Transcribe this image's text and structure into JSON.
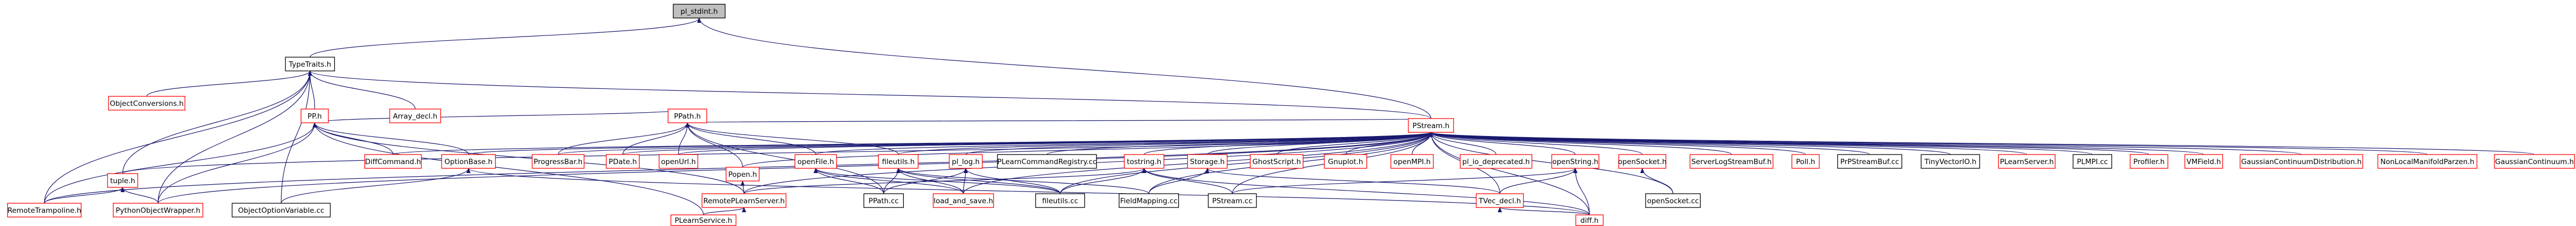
{
  "graph": {
    "colors": {
      "root_fill": "#bfbfbf",
      "internal_border": "#000000",
      "external_border": "#ff0000",
      "node_fill": "#ffffff",
      "edge": "#191970"
    },
    "nodes": [
      {
        "id": "pl_stdint",
        "label": "pl_stdint.h",
        "style": "root"
      },
      {
        "id": "TypeTraits",
        "label": "TypeTraits.h",
        "style": "internal"
      },
      {
        "id": "PStream",
        "label": "PStream.h",
        "style": "external"
      },
      {
        "id": "ObjectConversions",
        "label": "ObjectConversions.h",
        "style": "external"
      },
      {
        "id": "PP",
        "label": "PP.h",
        "style": "external"
      },
      {
        "id": "Array_decl",
        "label": "Array_decl.h",
        "style": "external"
      },
      {
        "id": "PPath",
        "label": "PPath.h",
        "style": "external"
      },
      {
        "id": "tuple",
        "label": "tuple.h",
        "style": "external"
      },
      {
        "id": "DiffCommand",
        "label": "DiffCommand.h",
        "style": "external"
      },
      {
        "id": "OptionBase",
        "label": "OptionBase.h",
        "style": "external"
      },
      {
        "id": "ProgressBar",
        "label": "ProgressBar.h",
        "style": "external"
      },
      {
        "id": "PDate",
        "label": "PDate.h",
        "style": "external"
      },
      {
        "id": "openUrl",
        "label": "openUrl.h",
        "style": "external"
      },
      {
        "id": "Popen",
        "label": "Popen.h",
        "style": "external"
      },
      {
        "id": "openFile",
        "label": "openFile.h",
        "style": "external"
      },
      {
        "id": "fileutils",
        "label": "fileutils.h",
        "style": "external"
      },
      {
        "id": "pl_log",
        "label": "pl_log.h",
        "style": "external"
      },
      {
        "id": "PLearnCommandRegistry",
        "label": "PLearnCommandRegistry.cc",
        "style": "internal"
      },
      {
        "id": "tostring",
        "label": "tostring.h",
        "style": "external"
      },
      {
        "id": "Storage",
        "label": "Storage.h",
        "style": "external"
      },
      {
        "id": "GhostScript",
        "label": "GhostScript.h",
        "style": "external"
      },
      {
        "id": "Gnuplot",
        "label": "Gnuplot.h",
        "style": "external"
      },
      {
        "id": "openMPI",
        "label": "openMPI.h",
        "style": "external"
      },
      {
        "id": "pl_io_deprecated",
        "label": "pl_io_deprecated.h",
        "style": "external"
      },
      {
        "id": "openString",
        "label": "openString.h",
        "style": "external"
      },
      {
        "id": "openSocket",
        "label": "openSocket.h",
        "style": "external"
      },
      {
        "id": "ServerLogStreamBuf",
        "label": "ServerLogStreamBuf.h",
        "style": "external"
      },
      {
        "id": "Poll",
        "label": "Poll.h",
        "style": "external"
      },
      {
        "id": "PrPStreamBuf",
        "label": "PrPStreamBuf.cc",
        "style": "internal"
      },
      {
        "id": "TinyVector",
        "label": "TinyVectorIO.h",
        "style": "internal"
      },
      {
        "id": "PLearnServer",
        "label": "PLearnServer.h",
        "style": "external"
      },
      {
        "id": "PLMPI",
        "label": "PLMPI.cc",
        "style": "internal"
      },
      {
        "id": "Profiler",
        "label": "Profiler.h",
        "style": "external"
      },
      {
        "id": "VMField",
        "label": "VMField.h",
        "style": "external"
      },
      {
        "id": "GaussianDist",
        "label": "GaussianContinuumDistribution.h",
        "style": "external"
      },
      {
        "id": "NonLocalManifold",
        "label": "NonLocalManifoldParzen.h",
        "style": "external"
      },
      {
        "id": "GaussianContinuum",
        "label": "GaussianContinuum.h",
        "style": "external"
      },
      {
        "id": "RemoteTrampoline",
        "label": "RemoteTrampoline.h",
        "style": "external"
      },
      {
        "id": "PythonObjectWrapper",
        "label": "PythonObjectWrapper.h",
        "style": "external"
      },
      {
        "id": "ObjectOptionVariable",
        "label": "ObjectOptionVariable.cc",
        "style": "internal"
      },
      {
        "id": "RemotePLearnServer",
        "label": "RemotePLearnServer.h",
        "style": "external"
      },
      {
        "id": "PPath_cc",
        "label": "PPath.cc",
        "style": "internal"
      },
      {
        "id": "load_and_save",
        "label": "load_and_save.h",
        "style": "external"
      },
      {
        "id": "fileutils_cc",
        "label": "fileutils.cc",
        "style": "internal"
      },
      {
        "id": "FieldMapping",
        "label": "FieldMapping.cc",
        "style": "internal"
      },
      {
        "id": "PStream_cc",
        "label": "PStream.cc",
        "style": "internal"
      },
      {
        "id": "TVec_decl",
        "label": "TVec_decl.h",
        "style": "external"
      },
      {
        "id": "openSocket_cc",
        "label": "openSocket.cc",
        "style": "internal"
      },
      {
        "id": "PLearnService",
        "label": "PLearnService.h",
        "style": "external"
      },
      {
        "id": "diff",
        "label": "diff.h",
        "style": "external"
      }
    ],
    "edges": [
      [
        "TypeTraits",
        "pl_stdint"
      ],
      [
        "PStream",
        "pl_stdint"
      ],
      [
        "ObjectConversions",
        "TypeTraits"
      ],
      [
        "PP",
        "TypeTraits"
      ],
      [
        "Array_decl",
        "TypeTraits"
      ],
      [
        "PStream",
        "TypeTraits"
      ],
      [
        "tuple",
        "TypeTraits"
      ],
      [
        "RemoteTrampoline",
        "TypeTraits"
      ],
      [
        "PythonObjectWrapper",
        "TypeTraits"
      ],
      [
        "ObjectOptionVariable",
        "TypeTraits"
      ],
      [
        "DiffCommand",
        "PP"
      ],
      [
        "OptionBase",
        "PP"
      ],
      [
        "PPath",
        "PP"
      ],
      [
        "RemotePLearnServer",
        "PP"
      ],
      [
        "PLearnService",
        "PP"
      ],
      [
        "RemoteTrampoline",
        "PP"
      ],
      [
        "PythonObjectWrapper",
        "PP"
      ],
      [
        "ProgressBar",
        "PPath"
      ],
      [
        "PDate",
        "PPath"
      ],
      [
        "openUrl",
        "PPath"
      ],
      [
        "Popen",
        "PPath"
      ],
      [
        "openFile",
        "PPath"
      ],
      [
        "fileutils",
        "PPath"
      ],
      [
        "PPath_cc",
        "PPath"
      ],
      [
        "PStream",
        "PPath"
      ],
      [
        "tuple",
        "PStream"
      ],
      [
        "DiffCommand",
        "PStream"
      ],
      [
        "OptionBase",
        "PStream"
      ],
      [
        "ProgressBar",
        "PStream"
      ],
      [
        "PDate",
        "PStream"
      ],
      [
        "openUrl",
        "PStream"
      ],
      [
        "Popen",
        "PStream"
      ],
      [
        "openFile",
        "PStream"
      ],
      [
        "fileutils",
        "PStream"
      ],
      [
        "pl_log",
        "PStream"
      ],
      [
        "PLearnCommandRegistry",
        "PStream"
      ],
      [
        "tostring",
        "PStream"
      ],
      [
        "Storage",
        "PStream"
      ],
      [
        "GhostScript",
        "PStream"
      ],
      [
        "Gnuplot",
        "PStream"
      ],
      [
        "openMPI",
        "PStream"
      ],
      [
        "pl_io_deprecated",
        "PStream"
      ],
      [
        "openString",
        "PStream"
      ],
      [
        "openSocket",
        "PStream"
      ],
      [
        "ServerLogStreamBuf",
        "PStream"
      ],
      [
        "Poll",
        "PStream"
      ],
      [
        "PrPStreamBuf",
        "PStream"
      ],
      [
        "TinyVector",
        "PStream"
      ],
      [
        "PLearnServer",
        "PStream"
      ],
      [
        "PLMPI",
        "PStream"
      ],
      [
        "Profiler",
        "PStream"
      ],
      [
        "VMField",
        "PStream"
      ],
      [
        "GaussianDist",
        "PStream"
      ],
      [
        "NonLocalManifold",
        "PStream"
      ],
      [
        "GaussianContinuum",
        "PStream"
      ],
      [
        "RemotePLearnServer",
        "PStream"
      ],
      [
        "PStream_cc",
        "PStream"
      ],
      [
        "openSocket_cc",
        "PStream"
      ],
      [
        "FieldMapping",
        "PStream"
      ],
      [
        "fileutils_cc",
        "PStream"
      ],
      [
        "load_and_save",
        "PStream"
      ],
      [
        "TVec_decl",
        "PStream"
      ],
      [
        "diff",
        "PStream"
      ],
      [
        "RemoteTrampoline",
        "PStream"
      ],
      [
        "PythonObjectWrapper",
        "PStream"
      ],
      [
        "RemoteTrampoline",
        "tuple"
      ],
      [
        "PythonObjectWrapper",
        "tuple"
      ],
      [
        "ObjectOptionVariable",
        "OptionBase"
      ],
      [
        "diff",
        "OptionBase"
      ],
      [
        "RemotePLearnServer",
        "Popen"
      ],
      [
        "PPath_cc",
        "openFile"
      ],
      [
        "load_and_save",
        "openFile"
      ],
      [
        "fileutils_cc",
        "openFile"
      ],
      [
        "PPath_cc",
        "fileutils"
      ],
      [
        "load_and_save",
        "fileutils"
      ],
      [
        "fileutils_cc",
        "fileutils"
      ],
      [
        "FieldMapping",
        "fileutils"
      ],
      [
        "PPath_cc",
        "pl_log"
      ],
      [
        "load_and_save",
        "pl_log"
      ],
      [
        "fileutils_cc",
        "pl_log"
      ],
      [
        "fileutils_cc",
        "tostring"
      ],
      [
        "PStream_cc",
        "tostring"
      ],
      [
        "diff",
        "tostring"
      ],
      [
        "RemotePLearnServer",
        "tostring"
      ],
      [
        "FieldMapping",
        "Storage"
      ],
      [
        "TVec_decl",
        "Storage"
      ],
      [
        "PStream_cc",
        "openString"
      ],
      [
        "TVec_decl",
        "openString"
      ],
      [
        "diff",
        "openString"
      ],
      [
        "openSocket_cc",
        "openSocket"
      ],
      [
        "PLearnService",
        "RemotePLearnServer"
      ],
      [
        "diff",
        "TVec_decl"
      ]
    ]
  }
}
